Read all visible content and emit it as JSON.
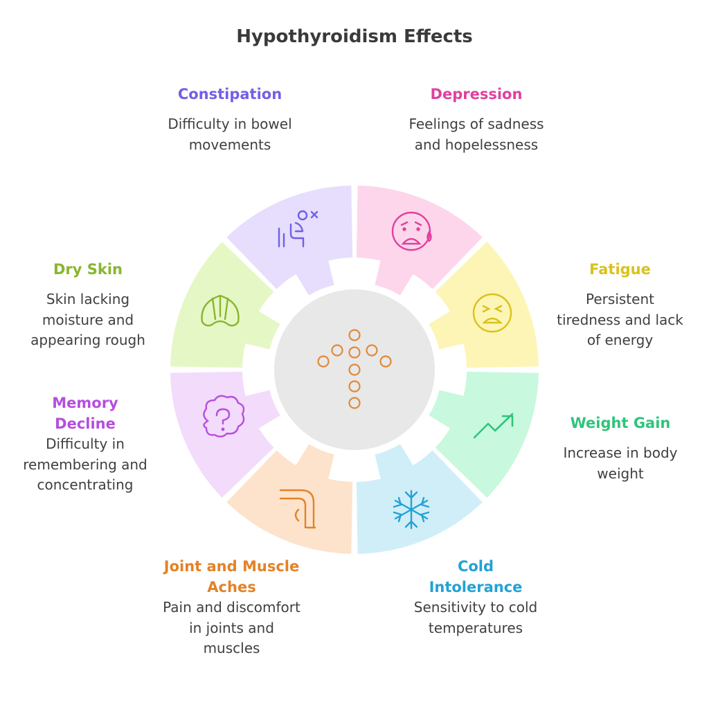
{
  "title": "Hypothyroidism Effects",
  "center_icon": "arrow-up-dots-icon",
  "segments": [
    {
      "id": "depression",
      "title": "Depression",
      "desc": "Feelings of sadness and hopelessness",
      "color": "#e0409f",
      "fill": "#fdd6eb",
      "icon": "crying-face-icon"
    },
    {
      "id": "fatigue",
      "title": "Fatigue",
      "desc": "Persistent tiredness and lack of energy",
      "color": "#d9c21c",
      "fill": "#fcf5b6",
      "icon": "tired-face-icon"
    },
    {
      "id": "weight-gain",
      "title": "Weight Gain",
      "desc": "Increase in body weight",
      "color": "#2fc47c",
      "fill": "#c8f8dd",
      "icon": "trend-up-icon"
    },
    {
      "id": "cold-intolerance",
      "title": "Cold Intolerance",
      "desc": "Sensitivity to cold temperatures",
      "color": "#22a2d6",
      "fill": "#d0eef8",
      "icon": "snowflake-icon"
    },
    {
      "id": "joint-muscle-aches",
      "title": "Joint and Muscle Aches",
      "desc": "Pain and discomfort in joints and muscles",
      "color": "#e38227",
      "fill": "#fde3cc",
      "icon": "knee-joint-icon"
    },
    {
      "id": "memory-decline",
      "title": "Memory Decline",
      "desc": "Difficulty in remembering and concentrating",
      "color": "#b54ee0",
      "fill": "#f2dbfb",
      "icon": "brain-question-icon"
    },
    {
      "id": "dry-skin",
      "title": "Dry Skin",
      "desc": "Skin lacking moisture and appearing rough",
      "color": "#89b52d",
      "fill": "#e6f7c6",
      "icon": "croissant-icon"
    },
    {
      "id": "constipation",
      "title": "Constipation",
      "desc": "Difficulty in bowel movements",
      "color": "#7160e6",
      "fill": "#e6defc",
      "icon": "toilet-person-icon"
    }
  ]
}
